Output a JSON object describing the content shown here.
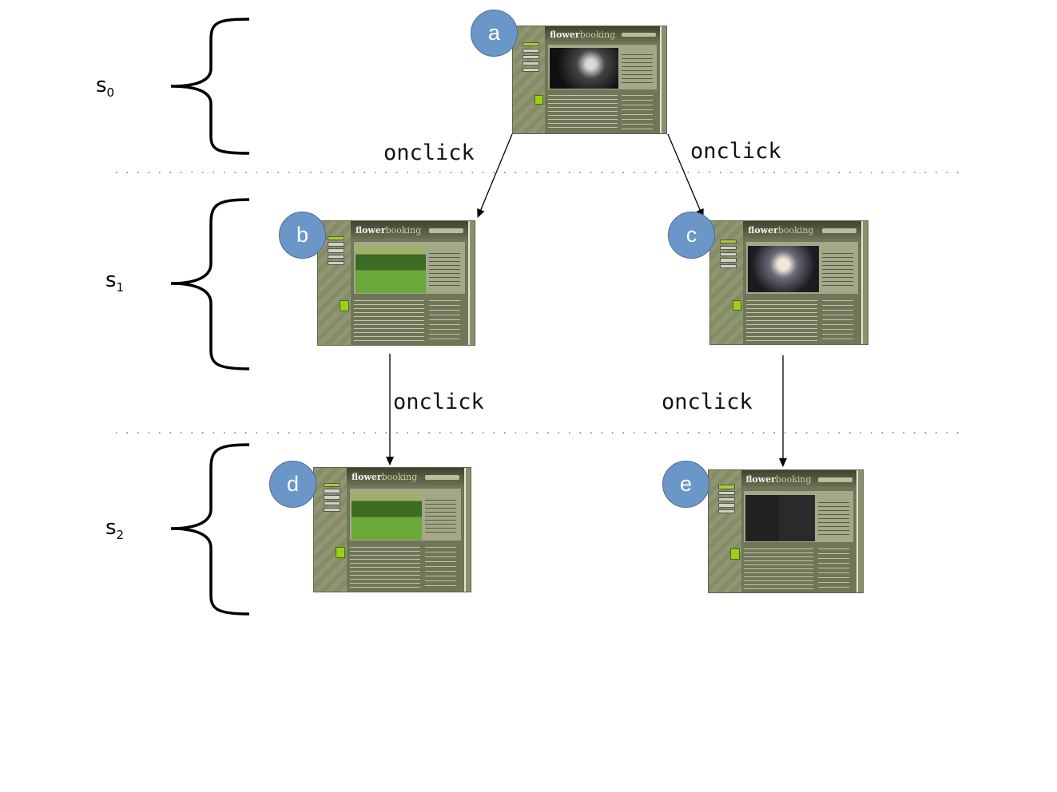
{
  "levels": [
    {
      "label": "s",
      "subscript": "0"
    },
    {
      "label": "s",
      "subscript": "1"
    },
    {
      "label": "s",
      "subscript": "2"
    }
  ],
  "nodes": [
    {
      "id": "a",
      "site_title": "flowerbooking",
      "logo_bold": "flower",
      "logo_rest": "booking",
      "photo": "singer-with-guitar"
    },
    {
      "id": "b",
      "site_title": "flowerbooking",
      "logo_bold": "flower",
      "logo_rest": "booking",
      "photo": "man-in-garden"
    },
    {
      "id": "c",
      "site_title": "flowerbooking",
      "logo_bold": "flower",
      "logo_rest": "booking",
      "photo": "band-stage"
    },
    {
      "id": "d",
      "site_title": "flowerbooking",
      "logo_bold": "flower",
      "logo_rest": "booking",
      "photo": "man-in-garden"
    },
    {
      "id": "e",
      "site_title": "flowerbooking",
      "logo_bold": "flower",
      "logo_rest": "booking",
      "photo": "two-men-portrait"
    }
  ],
  "edges": [
    {
      "from": "a",
      "to": "b",
      "label": "onclick"
    },
    {
      "from": "a",
      "to": "c",
      "label": "onclick"
    },
    {
      "from": "b",
      "to": "d",
      "label": "onclick"
    },
    {
      "from": "c",
      "to": "e",
      "label": "onclick"
    }
  ]
}
